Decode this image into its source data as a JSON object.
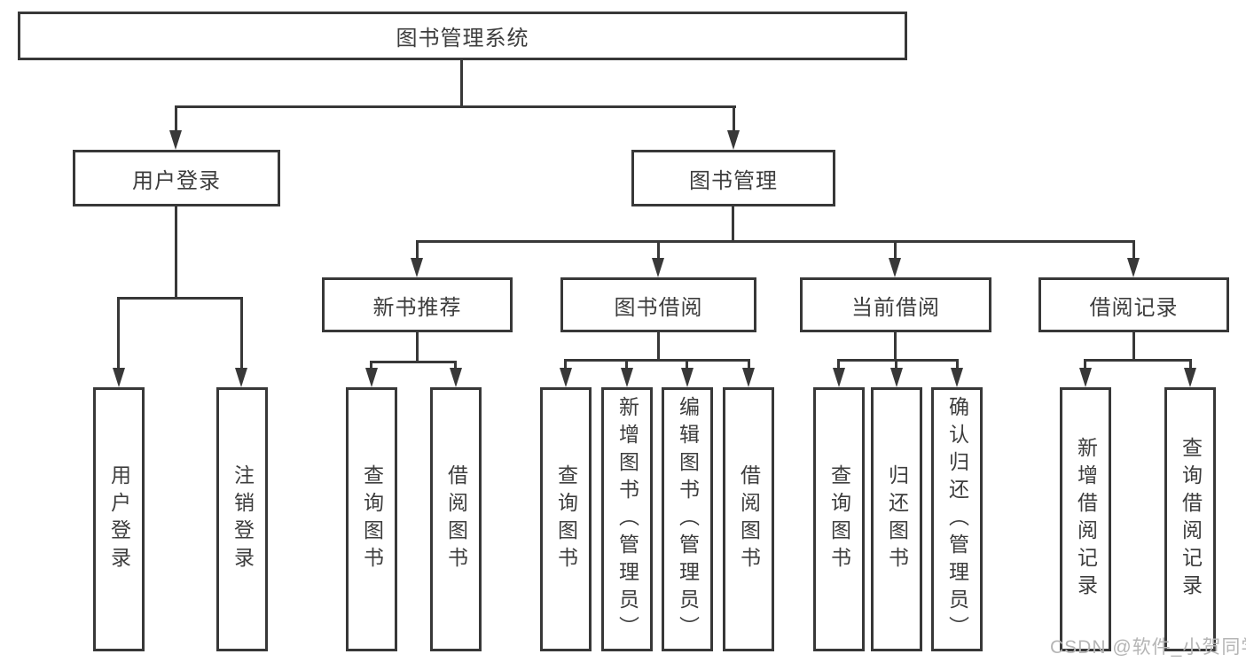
{
  "nodes": {
    "root": "图书管理系统",
    "l1_user_login": "用户登录",
    "l1_book_mgmt": "图书管理",
    "l2_new_books": "新书推荐",
    "l2_book_borrow": "图书借阅",
    "l2_current_borrow": "当前借阅",
    "l2_borrow_records": "借阅记录",
    "leaf_user_login": "用户登录",
    "leaf_logout": "注销登录",
    "leaf_newbooks_query": "查询图书",
    "leaf_newbooks_borrow": "借阅图书",
    "leaf_borrow_query": "查询图书",
    "leaf_borrow_add": "新增图书（管理员）",
    "leaf_borrow_edit": "编辑图书（管理员）",
    "leaf_borrow_borrow": "借阅图书",
    "leaf_current_query": "查询图书",
    "leaf_current_return": "归还图书",
    "leaf_current_confirm": "确认归还（管理员）",
    "leaf_records_add": "新增借阅记录",
    "leaf_records_query": "查询借阅记录"
  },
  "watermark": "CSDN @软件_小贺同学",
  "colors": {
    "line": "#383838",
    "text": "#3d3d3d",
    "watermark": "#b5b5b5",
    "background": "#ffffff"
  }
}
